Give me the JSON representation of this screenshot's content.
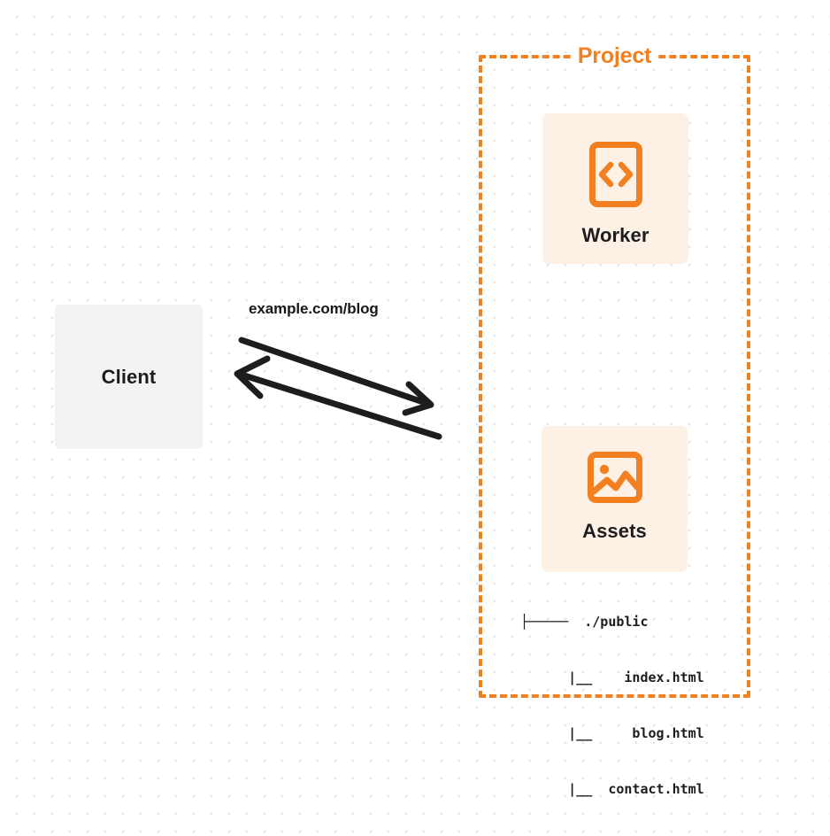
{
  "diagram": {
    "background": {
      "color": "#ffffff",
      "dot_grid_color": "#e7e7e9"
    },
    "accent_color": "#f38020",
    "card_bg_color": "#fdf1e6",
    "client_bg_color": "#f2f3f5",
    "text_color": "#1d1d1f"
  },
  "client": {
    "label": "Client"
  },
  "connection": {
    "url_label": "example.com/blog",
    "request_arrow_name": "request-arrow",
    "response_arrow_name": "response-arrow"
  },
  "project": {
    "title": "Project",
    "services": [
      {
        "name": "Worker",
        "icon": "code-brackets-icon"
      },
      {
        "name": "Assets",
        "icon": "image-icon"
      }
    ]
  },
  "file_tree": {
    "rows": [
      "├─────  ./public",
      "      |__    index.html",
      "      |__     blog.html",
      "      |__  contact.html"
    ],
    "entries": [
      "./public",
      "index.html",
      "blog.html",
      "contact.html"
    ]
  }
}
